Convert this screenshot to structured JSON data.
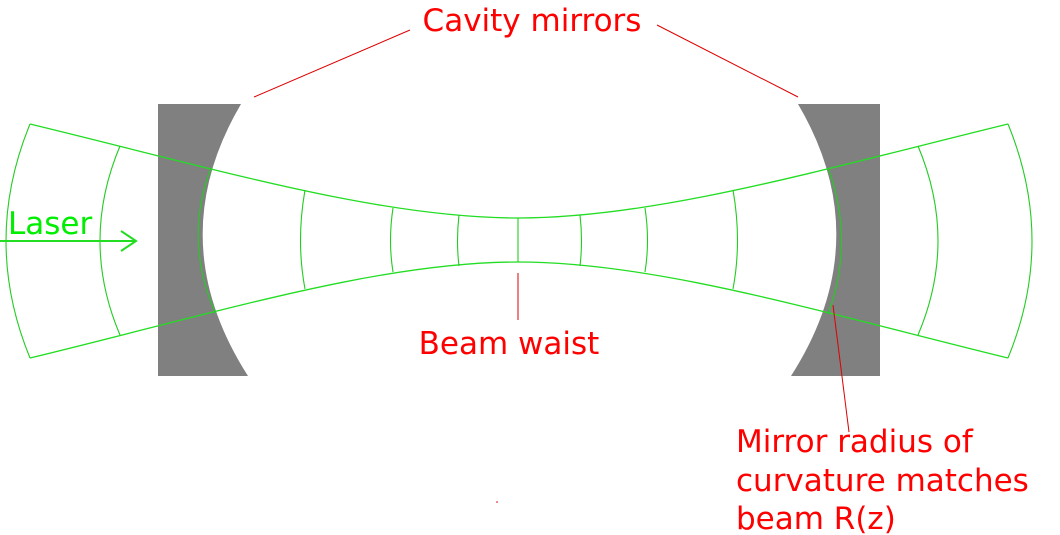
{
  "labels": {
    "cavity_mirrors": "Cavity mirrors",
    "laser": "Laser",
    "beam_waist": "Beam waist",
    "mirror_radius": [
      "Mirror radius of",
      "curvature matches",
      "beam R(z)"
    ]
  },
  "colors": {
    "annotation": "#ff0000",
    "beam": "#22dd22",
    "laser_label": "#00ee00",
    "mirror": "#808080",
    "background": "#ffffff"
  }
}
